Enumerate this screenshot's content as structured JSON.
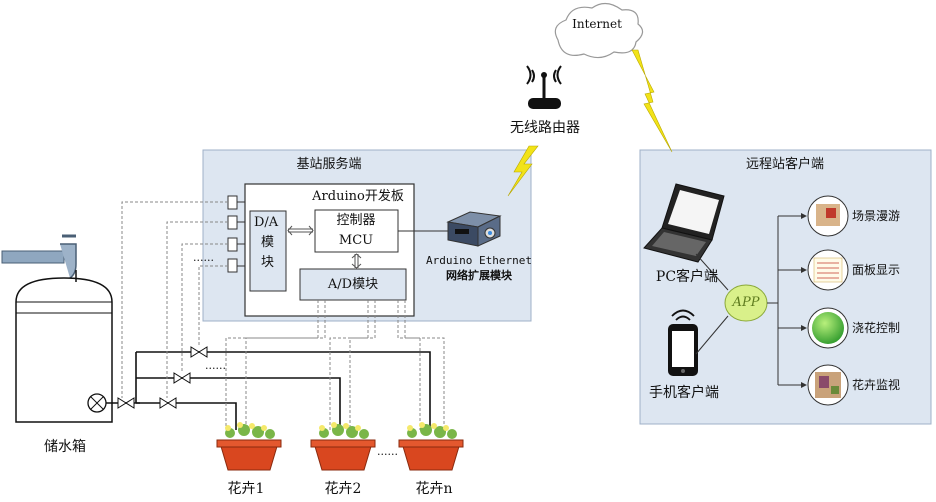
{
  "cloud": {
    "label": "Internet"
  },
  "router": {
    "label": "无线路由器"
  },
  "base_station": {
    "title": "基站服务端",
    "arduino_board": "Arduino开发板",
    "da_module": [
      "D/A",
      "模",
      "块"
    ],
    "controller": {
      "line1": "控制器",
      "line2": "MCU"
    },
    "ad_module": "A/D模块",
    "ethernet": {
      "line1": "Arduino Ethernet",
      "line2": "网络扩展模块"
    },
    "da_ellipsis": "......"
  },
  "remote": {
    "title": "远程站客户端",
    "pc_label": "PC客户端",
    "phone_label": "手机客户端",
    "app_label": "APP",
    "features": [
      "场景漫游",
      "面板显示",
      "浇花控制",
      "花卉监视"
    ]
  },
  "field": {
    "tank_label": "储水箱",
    "plants": [
      "花卉1",
      "花卉2",
      "花卉n"
    ],
    "plant_ellipsis": "......",
    "valve_ellipsis": "......"
  },
  "colors": {
    "panel_fill": "#dde6f1",
    "panel_border": "#9fb0c8",
    "lightning": "#f2e318",
    "app_fill": "#d9f08a"
  }
}
